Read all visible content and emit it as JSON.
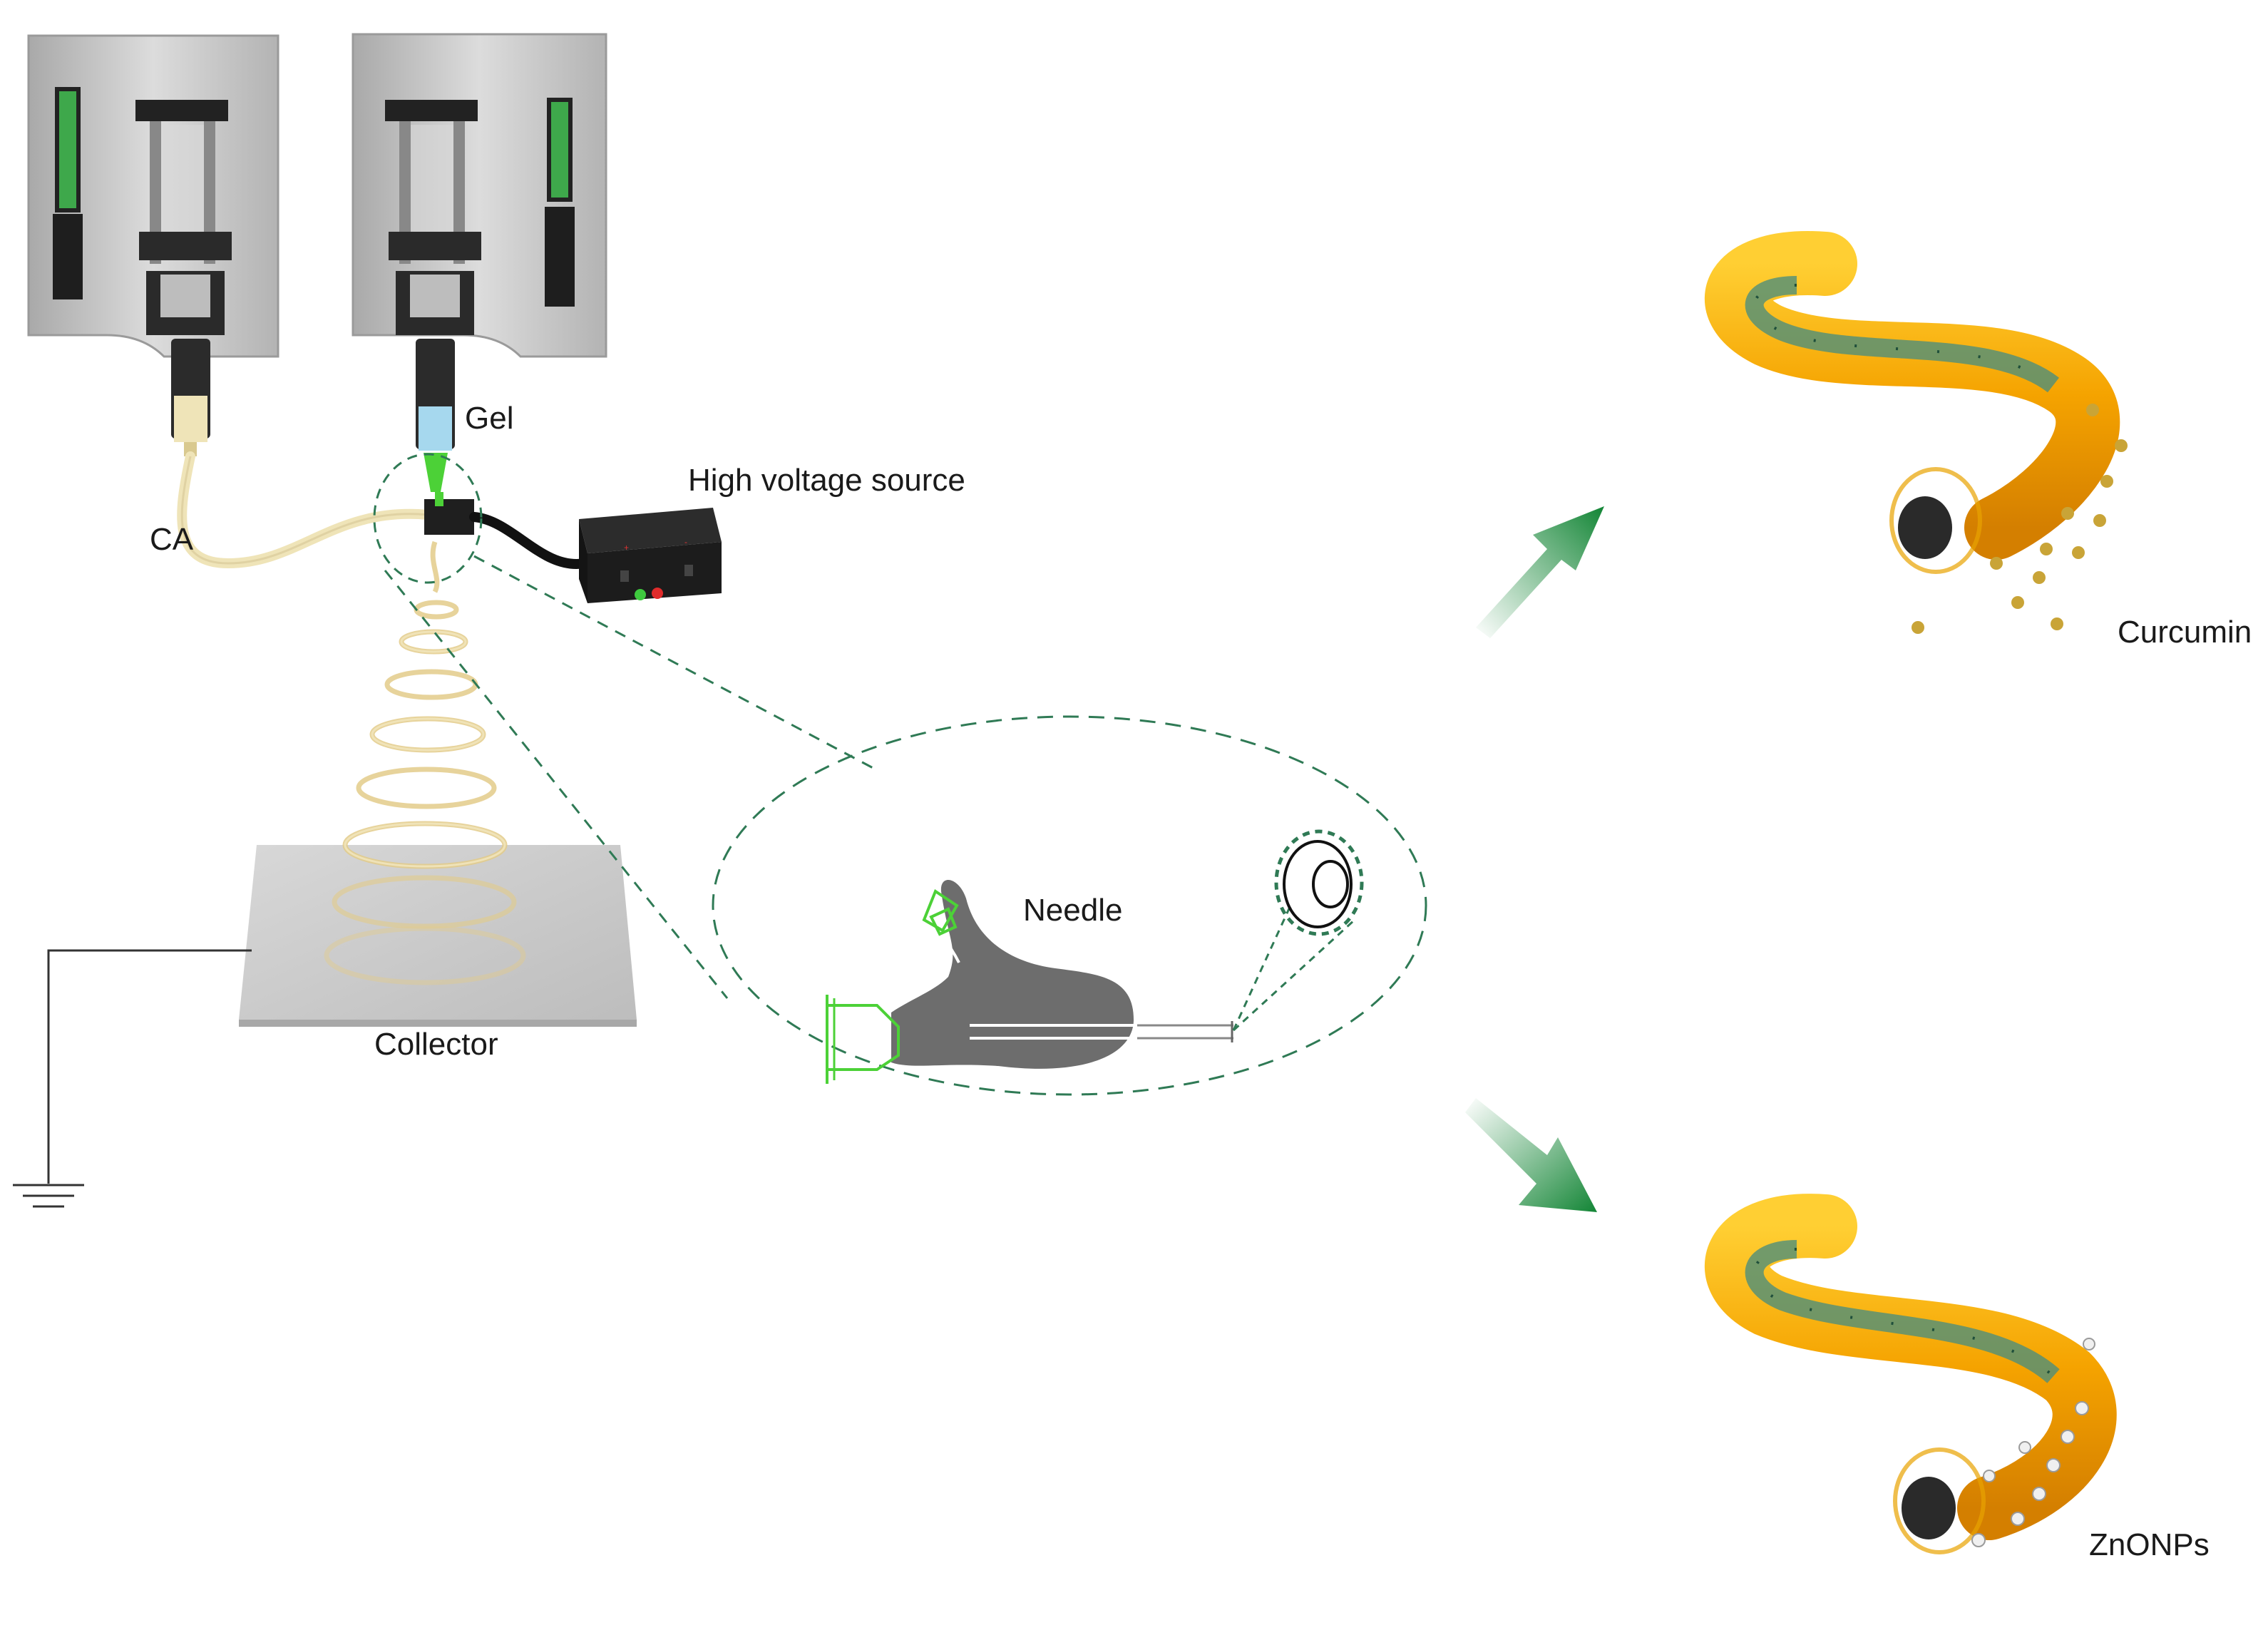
{
  "labels": {
    "gel": "Gel",
    "ca": "CA",
    "high_voltage_source": "High voltage source",
    "collector": "Collector",
    "needle": "Needle",
    "curcumin": "Curcumin",
    "znonps": "ZnONPs"
  },
  "colors": {
    "accent_green": "#1e8a3e",
    "bright_green": "#4cd137",
    "dashed_outline": "#2f7a55",
    "pump_body": "#c9c9c9",
    "fiber_orange": "#f5a300",
    "fiber_spiral": "#e8d39a",
    "ca_tube": "#f3e9c8",
    "gel_liquid": "#a6d8ee"
  },
  "icons": {
    "pump_indicator": "green-bar-icon",
    "ground": "ground-symbol-icon",
    "arrow": "green-arrow-icon"
  }
}
